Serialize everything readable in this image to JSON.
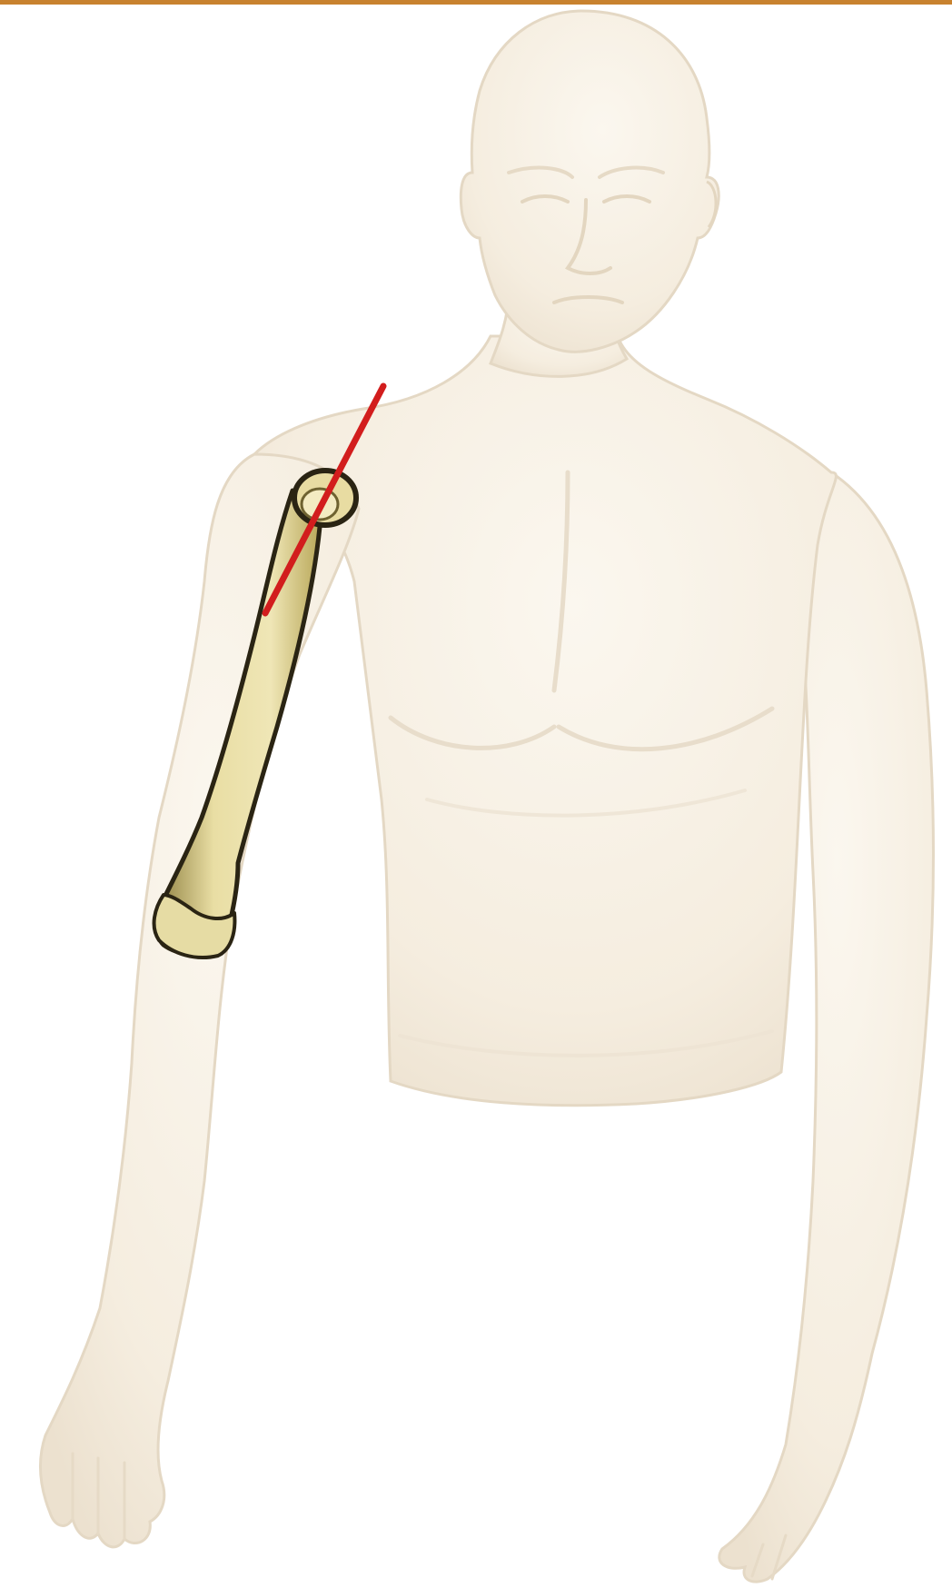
{
  "colors": {
    "top_rule": "#c8822f",
    "background": "#ffffff",
    "skin": "#f7f0e4",
    "skin_shade": "#ece1cf",
    "skin_outline": "#e4d8c4",
    "bone": "#e3d79a",
    "bone_shade": "#b9a85a",
    "bone_edge": "#2a2413",
    "axis_line": "#d21d1d"
  },
  "figure": {
    "subject": "translucent-male-torso",
    "highlighted_bone": "humerus",
    "axis_marker": "humeral-axis-line"
  }
}
